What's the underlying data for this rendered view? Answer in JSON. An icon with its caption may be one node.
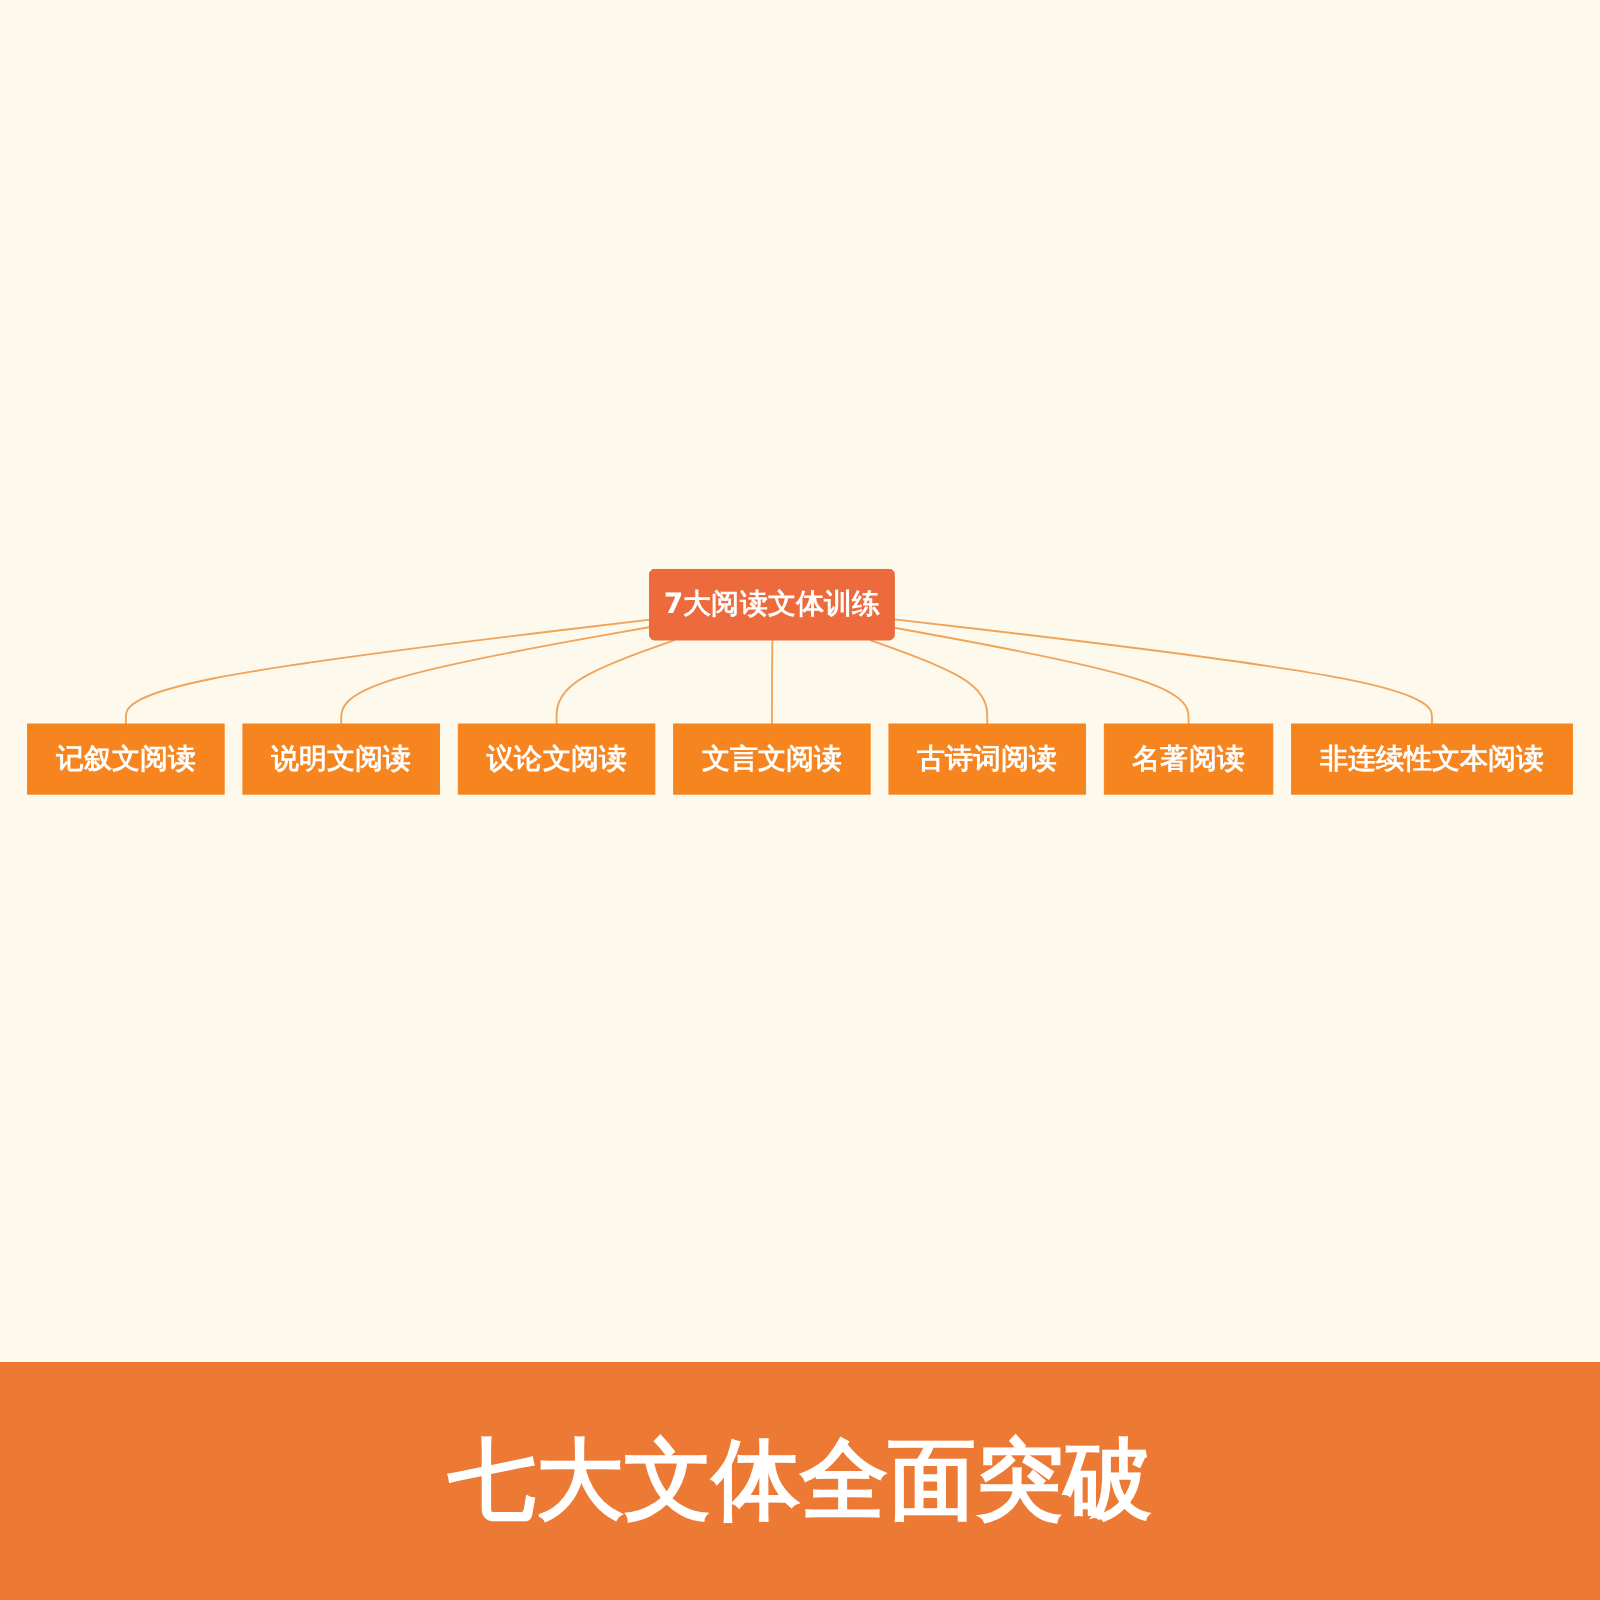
{
  "diagram": {
    "caption": "七大文体全面突破",
    "nodes": [
      {
        "text": [
          "7大阅读文体训练"
        ]
      },
      {
        "text": [
          "记叙文阅读"
        ]
      },
      {
        "text": [
          "说明文阅读"
        ]
      },
      {
        "text": [
          "议论文阅读"
        ]
      },
      {
        "text": [
          "文言文阅读"
        ]
      },
      {
        "text": [
          "古诗词阅读"
        ]
      },
      {
        "text": [
          "名著阅读"
        ]
      },
      {
        "text": [
          "非连续性文本阅读"
        ]
      }
    ],
    "edges": [
      {
        "from": 0,
        "to": 1,
        "arrow": "none"
      },
      {
        "from": 0,
        "to": 2,
        "arrow": "none"
      },
      {
        "from": 0,
        "to": 3,
        "arrow": "none"
      },
      {
        "from": 0,
        "to": 4,
        "arrow": "none"
      },
      {
        "from": 0,
        "to": 5,
        "arrow": "none"
      },
      {
        "from": 0,
        "to": 6,
        "arrow": "none"
      },
      {
        "from": 0,
        "to": 7,
        "arrow": "none"
      }
    ]
  }
}
